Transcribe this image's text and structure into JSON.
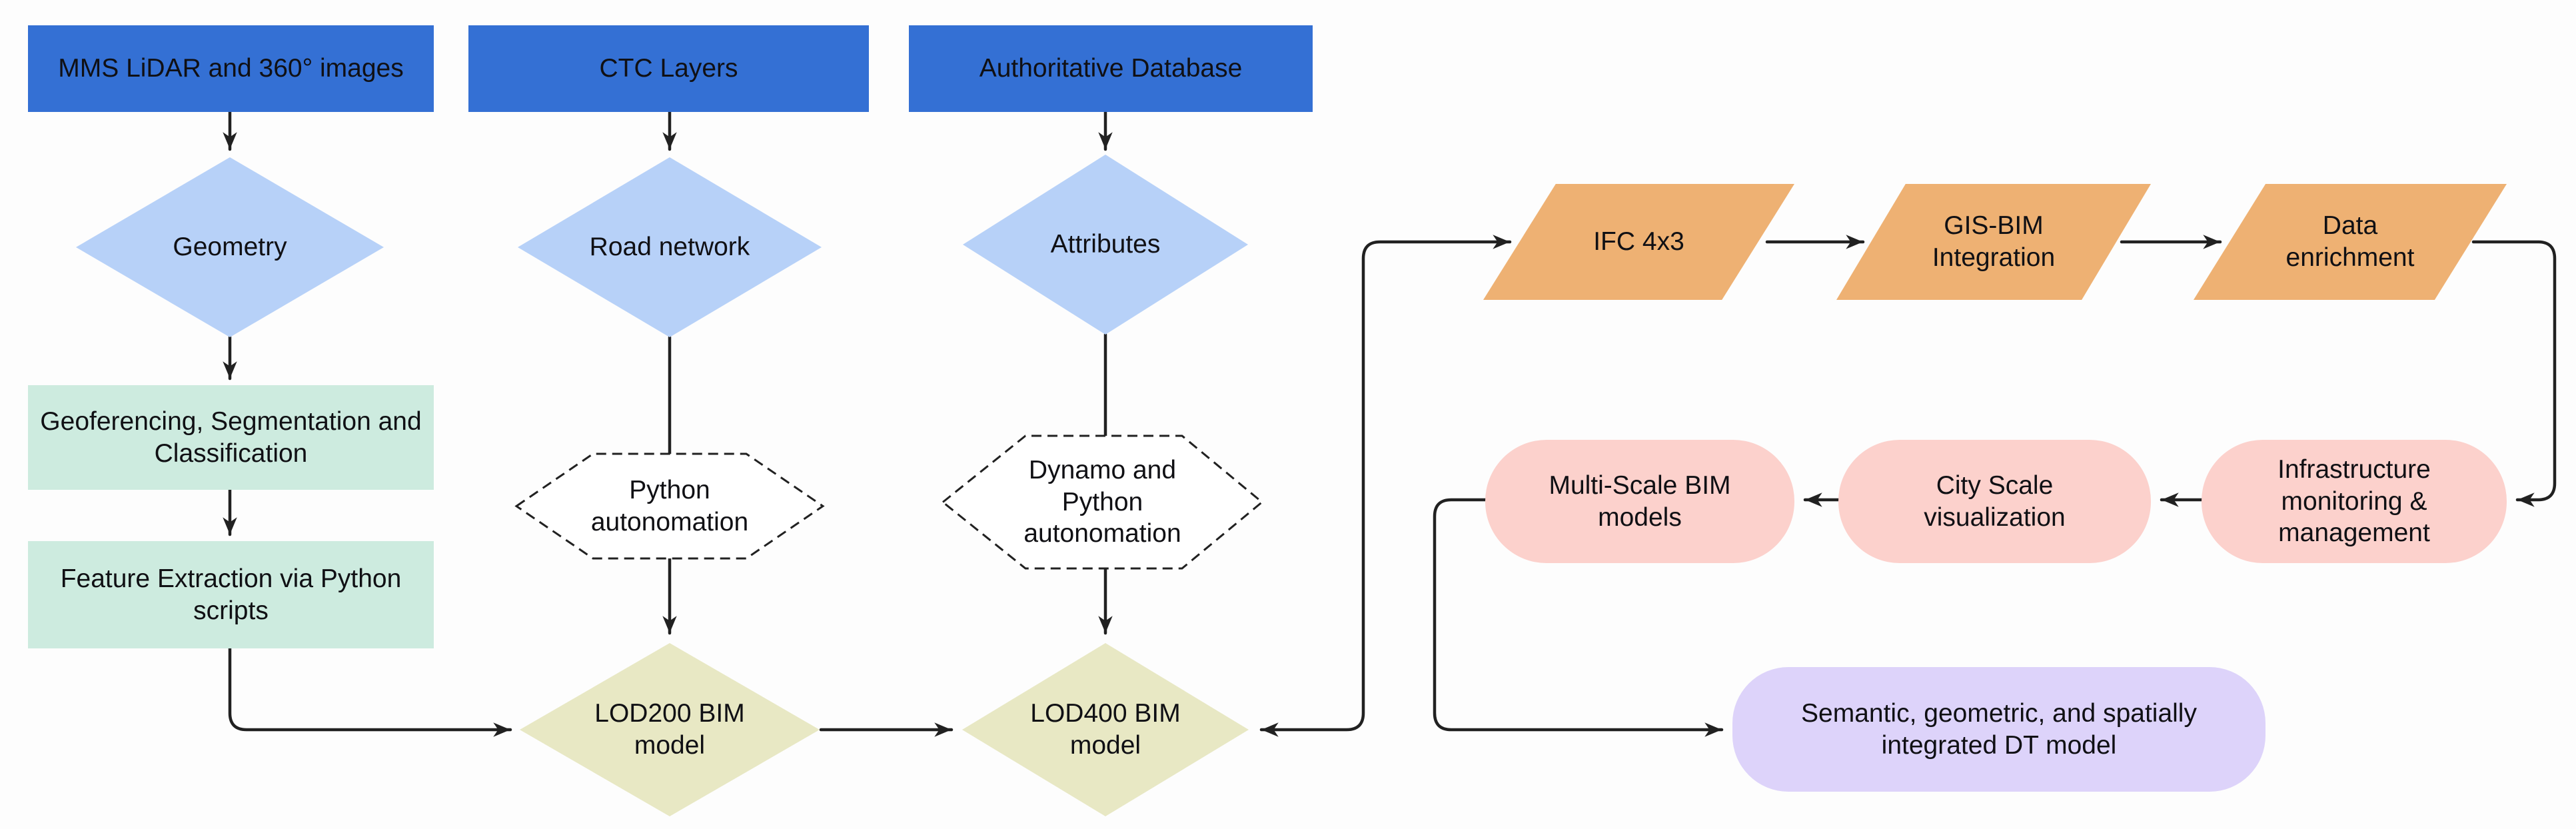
{
  "diagram": {
    "sources": [
      {
        "label": "MMS LiDAR and 360° images"
      },
      {
        "label": "CTC Layers"
      },
      {
        "label": "Authoritative Database"
      }
    ],
    "extracts": [
      {
        "label": "Geometry"
      },
      {
        "label": "Road network"
      },
      {
        "label": "Attributes"
      }
    ],
    "processing": [
      {
        "label": "Geoferencing, Segmentation and Classification"
      },
      {
        "label": "Feature Extraction via Python scripts"
      }
    ],
    "automation": [
      {
        "label": "Python autonomation"
      },
      {
        "label": "Dynamo and Python autonomation"
      }
    ],
    "bim_models": [
      {
        "label": "LOD200 BIM model"
      },
      {
        "label": "LOD400 BIM model"
      }
    ],
    "integration": [
      {
        "label": "IFC 4x3"
      },
      {
        "label": "GIS-BIM Integration"
      },
      {
        "label": "Data enrichment"
      }
    ],
    "applications": [
      {
        "label": "Multi-Scale BIM models"
      },
      {
        "label": "City Scale visualization"
      },
      {
        "label": "Infrastructure monitoring & management"
      }
    ],
    "result": {
      "label": "Semantic, geometric, and spatially integrated DT model"
    }
  },
  "colors": {
    "source_blue": "#3470d4",
    "extract_blue": "#b7d1f8",
    "process_green": "#cdebdf",
    "bim_olive": "#e8e8c4",
    "integration_orange": "#eeb173",
    "application_pink": "#fcd1cc",
    "result_purple": "#ddd3fa",
    "connector_color": "#212121",
    "text_color": "#101014",
    "background": "#fdfdfd"
  }
}
